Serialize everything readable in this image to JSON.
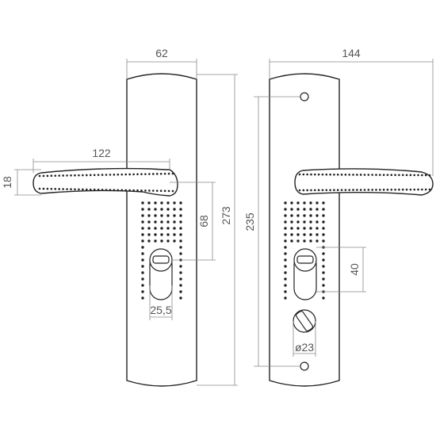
{
  "dimensions": {
    "front_plate_width": "62",
    "back_plate_width": "144",
    "handle_length": "122",
    "handle_height": "18",
    "front_plate_height": "273",
    "handle_to_cylinder": "68",
    "cylinder_width": "25,5",
    "back_mount_holes": "235",
    "back_handle_to_cylinder": "40",
    "turn_knob_diameter": "ø23"
  }
}
